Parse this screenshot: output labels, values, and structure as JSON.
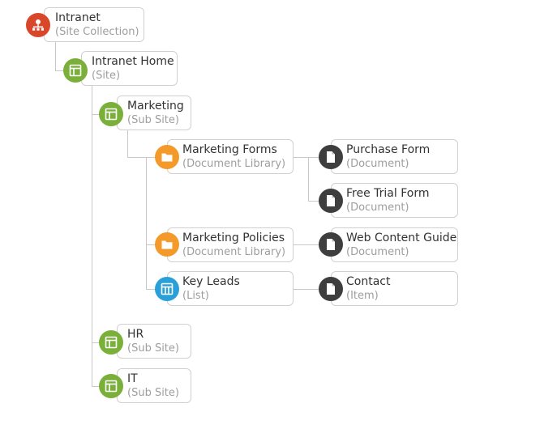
{
  "colors": {
    "site_collection": "#d9472b",
    "site": "#7aaf3a",
    "library": "#f39a2b",
    "list": "#29a0d8",
    "document": "#3e3e3e",
    "connector": "#c8c8c8",
    "border": "#d0d0d0"
  },
  "tree": {
    "intranet": {
      "title": "Intranet",
      "type": "(Site Collection)",
      "icon": "site-collection-icon"
    },
    "intranet_home": {
      "title": "Intranet Home",
      "type": "(Site)",
      "icon": "site-icon"
    },
    "marketing": {
      "title": "Marketing",
      "type": "(Sub Site)",
      "icon": "site-icon"
    },
    "marketing_forms": {
      "title": "Marketing Forms",
      "type": "(Document Library)",
      "icon": "folder-icon"
    },
    "purchase_form": {
      "title": "Purchase Form",
      "type": "(Document)",
      "icon": "document-icon"
    },
    "free_trial_form": {
      "title": "Free Trial Form",
      "type": "(Document)",
      "icon": "document-icon"
    },
    "marketing_policies": {
      "title": "Marketing Policies",
      "type": "(Document Library)",
      "icon": "folder-icon"
    },
    "web_content_guide": {
      "title": "Web Content Guide",
      "type": "(Document)",
      "icon": "document-icon"
    },
    "key_leads": {
      "title": "Key Leads",
      "type": "(List)",
      "icon": "list-icon"
    },
    "contact": {
      "title": "Contact",
      "type": "(Item)",
      "icon": "document-icon"
    },
    "hr": {
      "title": "HR",
      "type": "(Sub Site)",
      "icon": "site-icon"
    },
    "it": {
      "title": "IT",
      "type": "(Sub Site)",
      "icon": "site-icon"
    }
  }
}
